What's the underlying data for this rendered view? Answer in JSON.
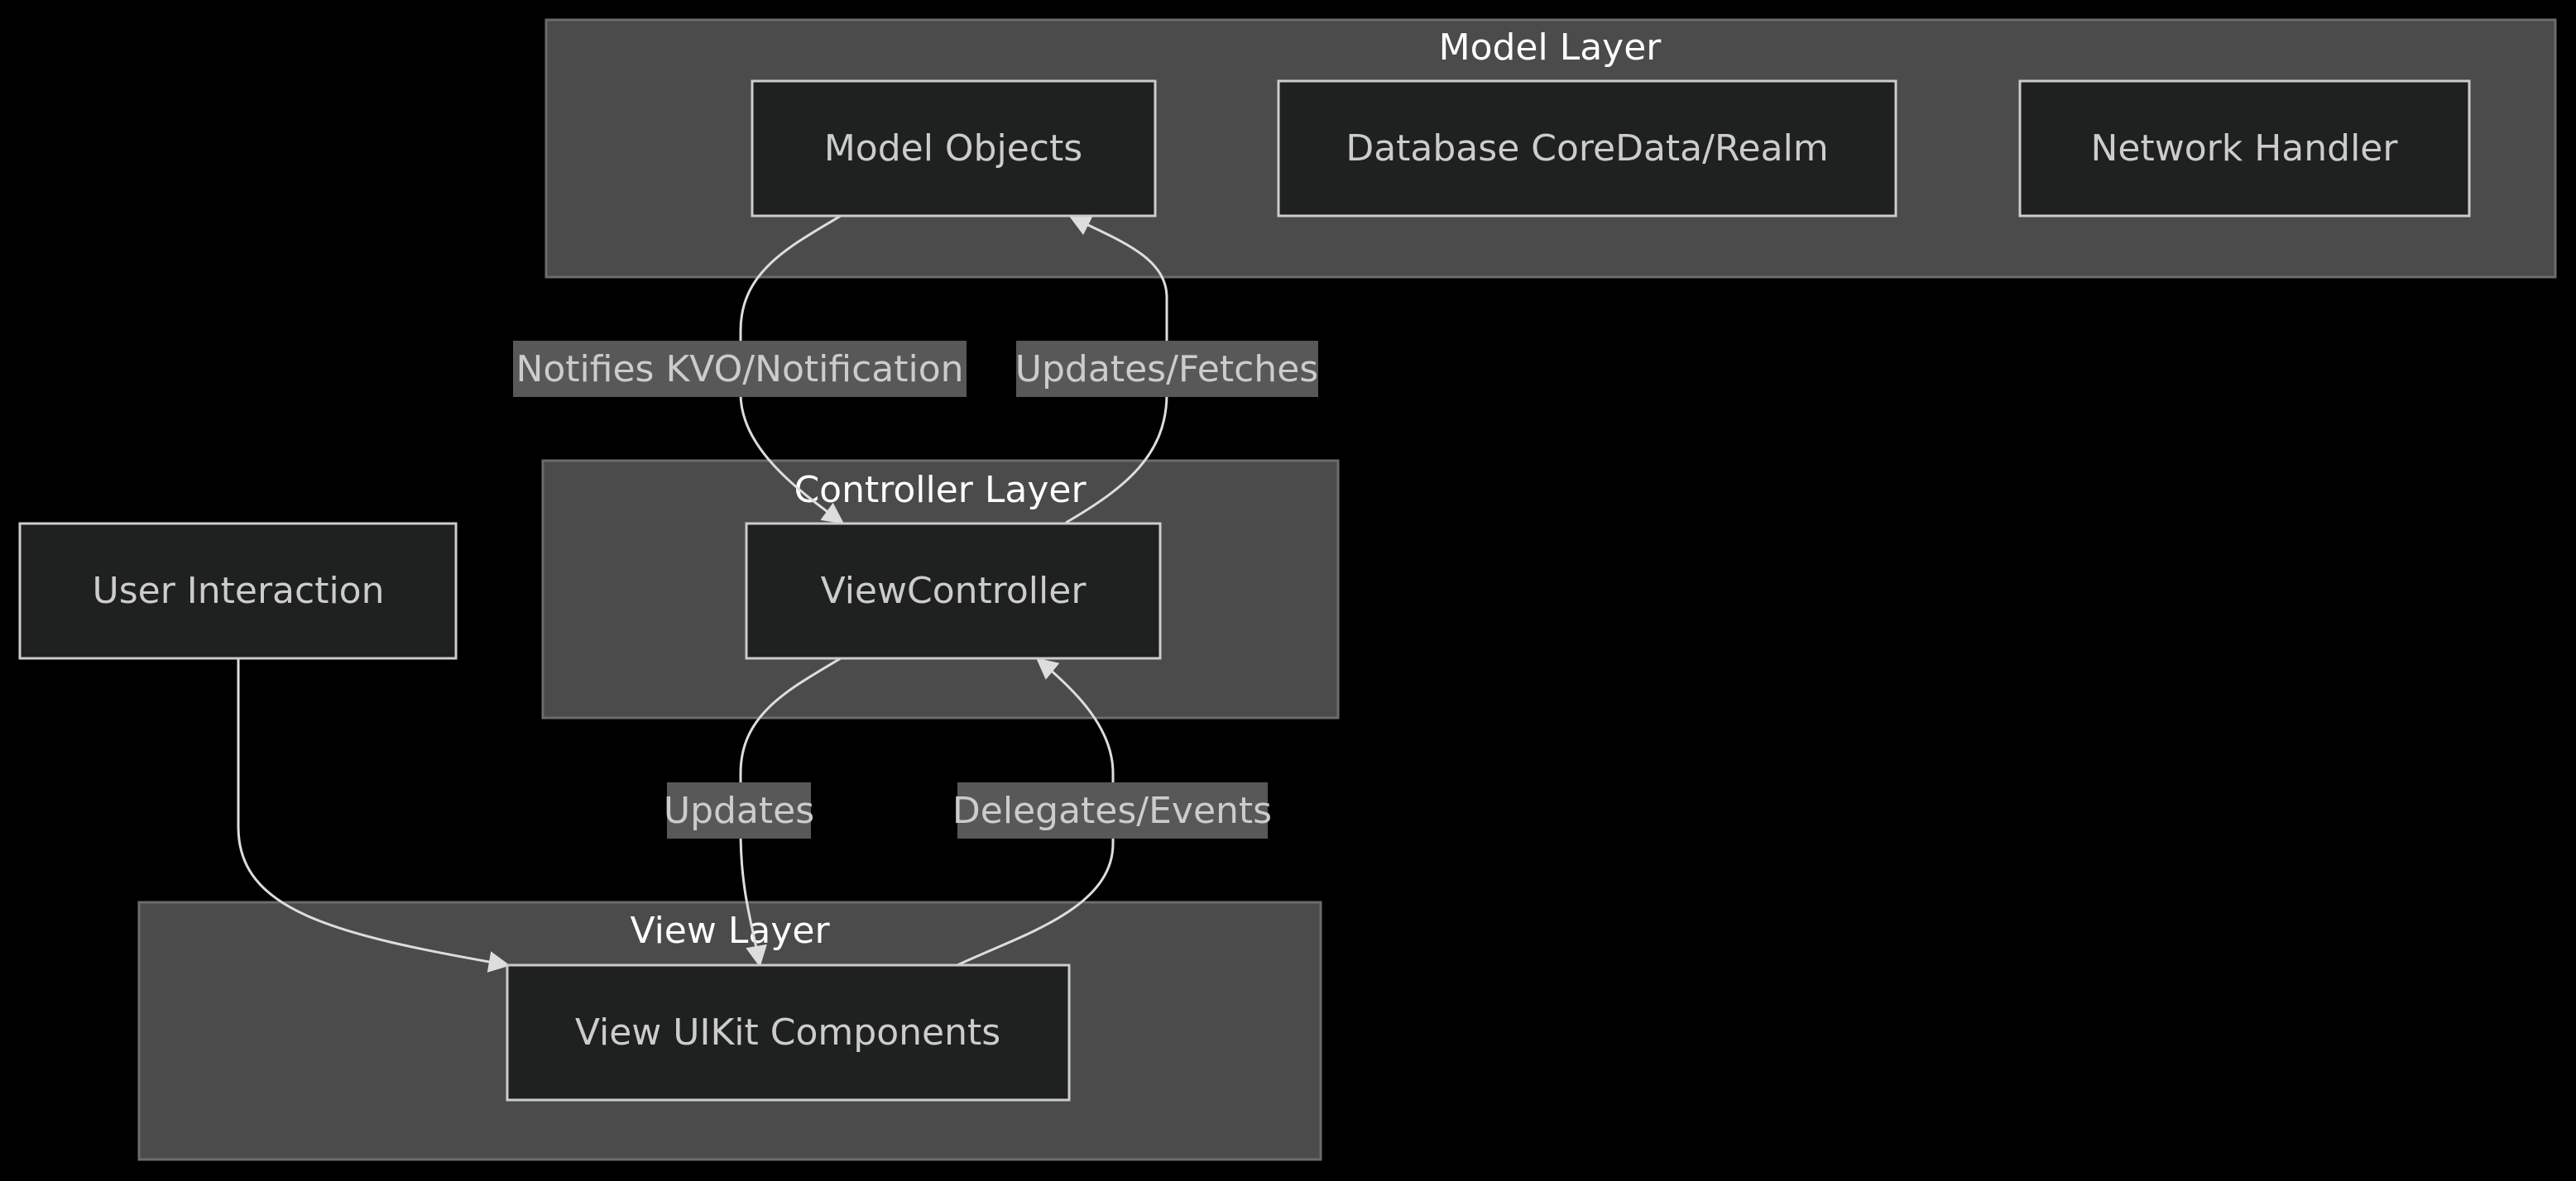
{
  "clusters": {
    "model": {
      "title": "Model Layer"
    },
    "controller": {
      "title": "Controller Layer"
    },
    "view": {
      "title": "View Layer"
    }
  },
  "nodes": {
    "model_objects": "Model Objects",
    "database": "Database CoreData/Realm",
    "network_handler": "Network Handler",
    "view_controller": "ViewController",
    "user_interaction": "User Interaction",
    "view_uikit": "View UIKit Components"
  },
  "edges": {
    "notifies": "Notifies KVO/Notification",
    "updates_fetches": "Updates/Fetches",
    "updates": "Updates",
    "delegates_events": "Delegates/Events"
  },
  "colors": {
    "background": "#000000",
    "cluster_fill": "#4a4b4a",
    "node_fill": "#1f2020",
    "node_stroke": "#cccccc",
    "edge_stroke": "#dddddd",
    "edge_label_bg": "#585858"
  }
}
